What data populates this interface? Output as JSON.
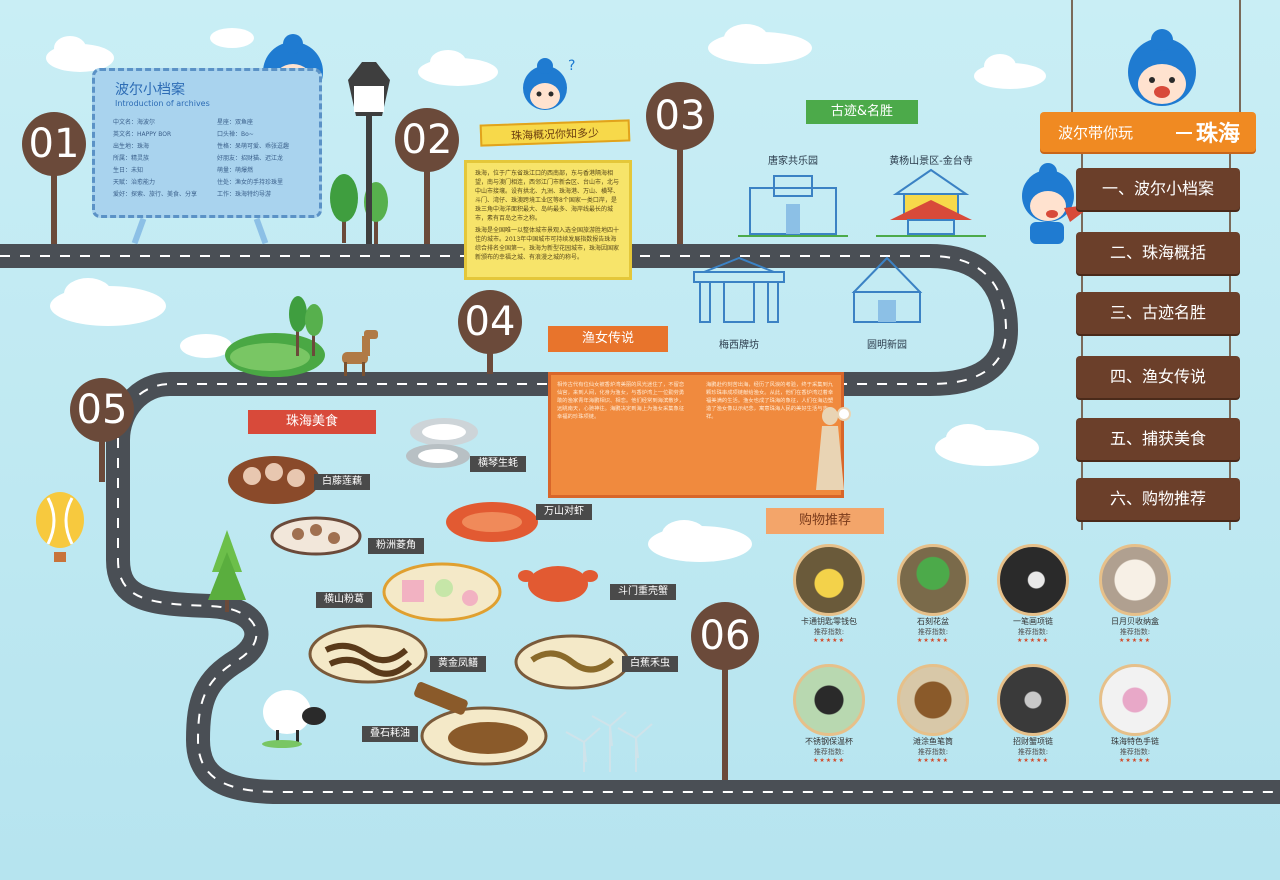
{
  "title": {
    "prefix": "波尔带你玩",
    "suffix": "珠海"
  },
  "menu": [
    {
      "label": "一、波尔小档案"
    },
    {
      "label": "二、珠海概括"
    },
    {
      "label": "三、古迹名胜"
    },
    {
      "label": "四、渔女传说"
    },
    {
      "label": "五、捕获美食"
    },
    {
      "label": "六、购物推荐"
    }
  ],
  "steps": [
    "01",
    "02",
    "03",
    "04",
    "05",
    "06"
  ],
  "profile": {
    "title": "波尔小档案",
    "subtitle": "Introduction of archives",
    "left": [
      "中文名：海波尔",
      "英文名：HAPPY BOR",
      "出生地：珠海",
      "所属：精灵族",
      "生日：未知",
      "天赋：治愈能力",
      "爱好：探索、旅行、美食、分享"
    ],
    "right": [
      "星座：双鱼座",
      "口头禅：Bo~",
      "性格：呆萌可爱、乖张逗趣",
      "好朋友：招财猫、迟江龙",
      "萌量：萌爆燃",
      "住处：渔女的手持珍珠里",
      "工作：珠海特约导游"
    ]
  },
  "overview": {
    "title": "珠海概况你知多少",
    "p1": "珠海，位于广东省珠江口的西南部，东与香港隔海相望，南与澳门相连，西邻江门市新会区、台山市，北与中山市接壤。设有拱北、九洲、珠海港、万山、横琴、斗门、湾仔、珠澳跨境工业区等8个国家一类口岸，是珠三角中海洋面积最大、岛屿最多、海岸线最长的城市，素有百岛之市之称。",
    "p2": "珠海是全国唯一以整体城市景观入选全国旅游胜地四十佳的城市。2013年中国城市可持续发展指数报告珠海综合排名全国第一。珠海为新型花园城市，珠海因国家新颁布的幸福之城、有浪漫之城的称号。"
  },
  "attractions": {
    "title": "古迹&名胜",
    "items": [
      {
        "name": "唐家共乐园"
      },
      {
        "name": "黄杨山景区-金台寺"
      },
      {
        "name": "梅西牌坊"
      },
      {
        "name": "圆明新园"
      }
    ]
  },
  "legend": {
    "title": "渔女传说",
    "p1": "相传古代有位仙女被香炉湾美丽的风光迷住了，不留恋仙宫，来到人间，化身为渔女，与香炉湾上一位勤劳勇敢的渔家青年海鹏相识、相恋。他们经常到海滨散步，远眺南天，心驰神往。海鹏决定到海上为渔女采集象征幸福的珍珠项链。",
    "p2": "海鹏赴约刻苦出海，经历了风浪的考验，终于采集到九颗珍珠串成项链献给渔女。从此，他们在香炉湾过着幸福美满的生活。渔女也成了珠海的象征，人们在海边塑造了渔女像以示纪念，寓意珠海人民的美好生活与吉祥。"
  },
  "food": {
    "title": "珠海美食",
    "items": [
      {
        "name": "白藤莲藕"
      },
      {
        "name": "横琴生蚝"
      },
      {
        "name": "粉洲菱角"
      },
      {
        "name": "万山对虾"
      },
      {
        "name": "横山粉葛"
      },
      {
        "name": "斗门重壳蟹"
      },
      {
        "name": "黄金凤鳝"
      },
      {
        "name": "白蕉禾虫"
      },
      {
        "name": "叠石耗油"
      }
    ]
  },
  "shopping": {
    "title": "购物推荐",
    "rating_label": "推荐指数:",
    "stars": "★★★★★",
    "items": [
      {
        "name": "卡通钥匙零钱包"
      },
      {
        "name": "石刻花盆"
      },
      {
        "name": "一笔画项链"
      },
      {
        "name": "日月贝收纳盒"
      },
      {
        "name": "不锈钢保温杯"
      },
      {
        "name": "滩涂鱼笔筒"
      },
      {
        "name": "招财蟹项链"
      },
      {
        "name": "珠海特色手链"
      }
    ]
  },
  "colors": {
    "road": "#4a4f55",
    "road_line": "#ffffff",
    "sign_brown": "#6b4a3a",
    "menu_brown": "#6b3f2a",
    "title_orange": "#f08a22",
    "accent_red": "#d84a3a"
  }
}
